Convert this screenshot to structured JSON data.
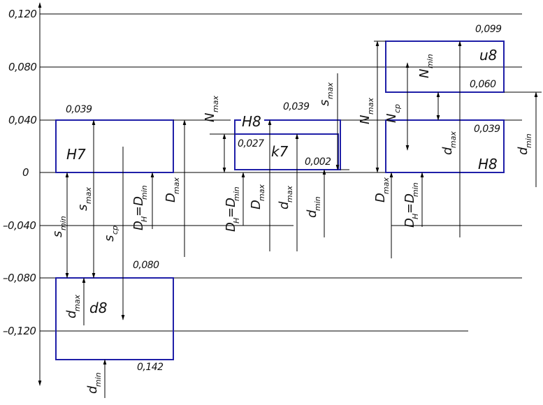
{
  "axis": {
    "labels": [
      "0,120",
      "0,080",
      "0,040",
      "0",
      "–0,040",
      "–0,080",
      "–0,120"
    ]
  },
  "fields": {
    "H7": "H7",
    "d8": "d8",
    "H8_left": "H8",
    "k7": "k7",
    "u8": "u8",
    "H8_right": "H8"
  },
  "values": {
    "v039a": "0,039",
    "v080": "0,080",
    "v142": "0,142",
    "v039b": "0,039",
    "v027": "0,027",
    "v002": "0,002",
    "v099": "0,099",
    "v060": "0,060",
    "v039c": "0,039"
  },
  "symbols": {
    "s": "s",
    "N": "N",
    "D": "D",
    "d": "d",
    "min": "min",
    "max": "max",
    "cp": "cp",
    "H": "H",
    "eqD": "=D"
  },
  "colors": {
    "field_outline": "#1f1fa8",
    "lines": "#000000"
  }
}
